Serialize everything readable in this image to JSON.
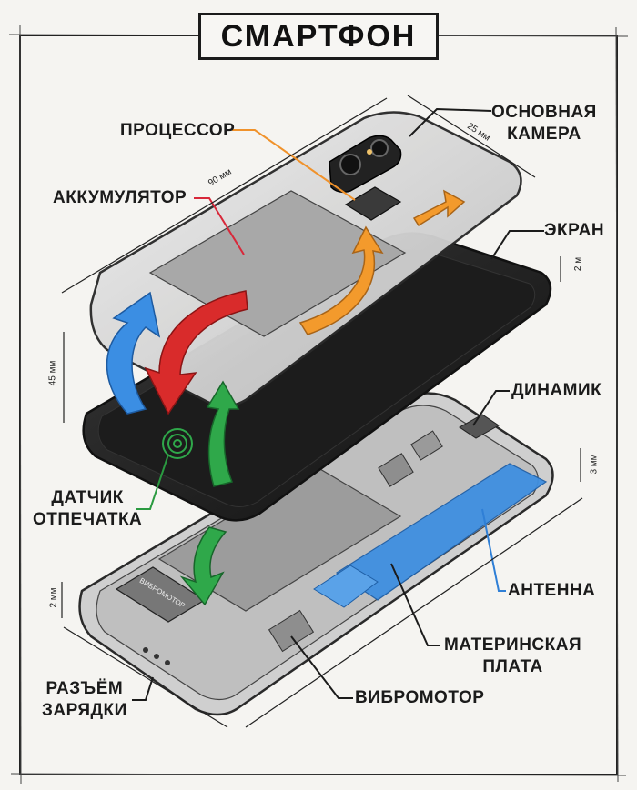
{
  "title": "СМАРТФОН",
  "labels": {
    "main_camera": [
      "ОСНОВНАЯ",
      "КАМЕРА"
    ],
    "processor": "ПРОЦЕССОР",
    "battery": "АККУМУЛЯТОР",
    "screen": "ЭКРАН",
    "speaker": "ДИНАМИК",
    "fingerprint": [
      "ДАТЧИК",
      "ОТПЕЧАТКА"
    ],
    "antenna": "АНТЕННА",
    "motherboard": [
      "МАТЕРИНСКАЯ",
      "ПЛАТА"
    ],
    "charging_port": [
      "РАЗЪЁМ",
      "ЗАРЯДКИ"
    ],
    "vibromotor": "ВИБРОМОТОР",
    "vibromotor_part": "ВИБРОМОТОР"
  },
  "dimensions": {
    "length": "90 мм",
    "width": "25 мм",
    "height": "45 мм",
    "screen_gap": "2 м",
    "bottom_gap": "3 мм",
    "left_gap": "2 мм"
  },
  "colors": {
    "processor_line": "#f0922b",
    "battery_line": "#d8283a",
    "fingerprint_line": "#2a9a40",
    "antenna_line": "#2f7fd6",
    "arrow_blue": "#3b8ee3",
    "arrow_red": "#d92b2b",
    "arrow_green": "#2fa84a",
    "arrow_orange": "#f39a2c",
    "antenna_fill": "#3f8fe0"
  }
}
